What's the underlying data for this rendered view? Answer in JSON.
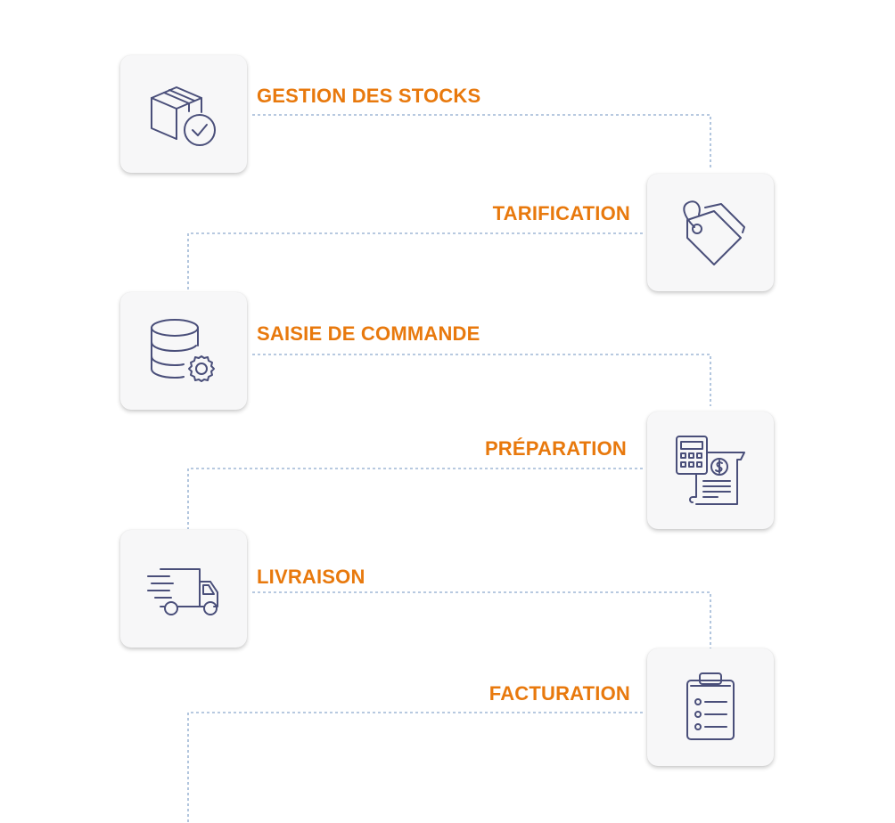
{
  "steps": [
    {
      "label": "GESTION DES STOCKS",
      "icon": "box-check-icon"
    },
    {
      "label": "TARIFICATION",
      "icon": "price-tag-icon"
    },
    {
      "label": "SAISIE DE COMMANDE",
      "icon": "database-gear-icon"
    },
    {
      "label": "PRÉPARATION",
      "icon": "calculator-receipt-icon"
    },
    {
      "label": "LIVRAISON",
      "icon": "delivery-truck-icon"
    },
    {
      "label": "FACTURATION",
      "icon": "clipboard-list-icon"
    }
  ],
  "colors": {
    "label": "#e8790d",
    "icon_stroke": "#4a4f7a",
    "connector": "#9fb7d6",
    "card_bg": "#f7f7f8"
  }
}
